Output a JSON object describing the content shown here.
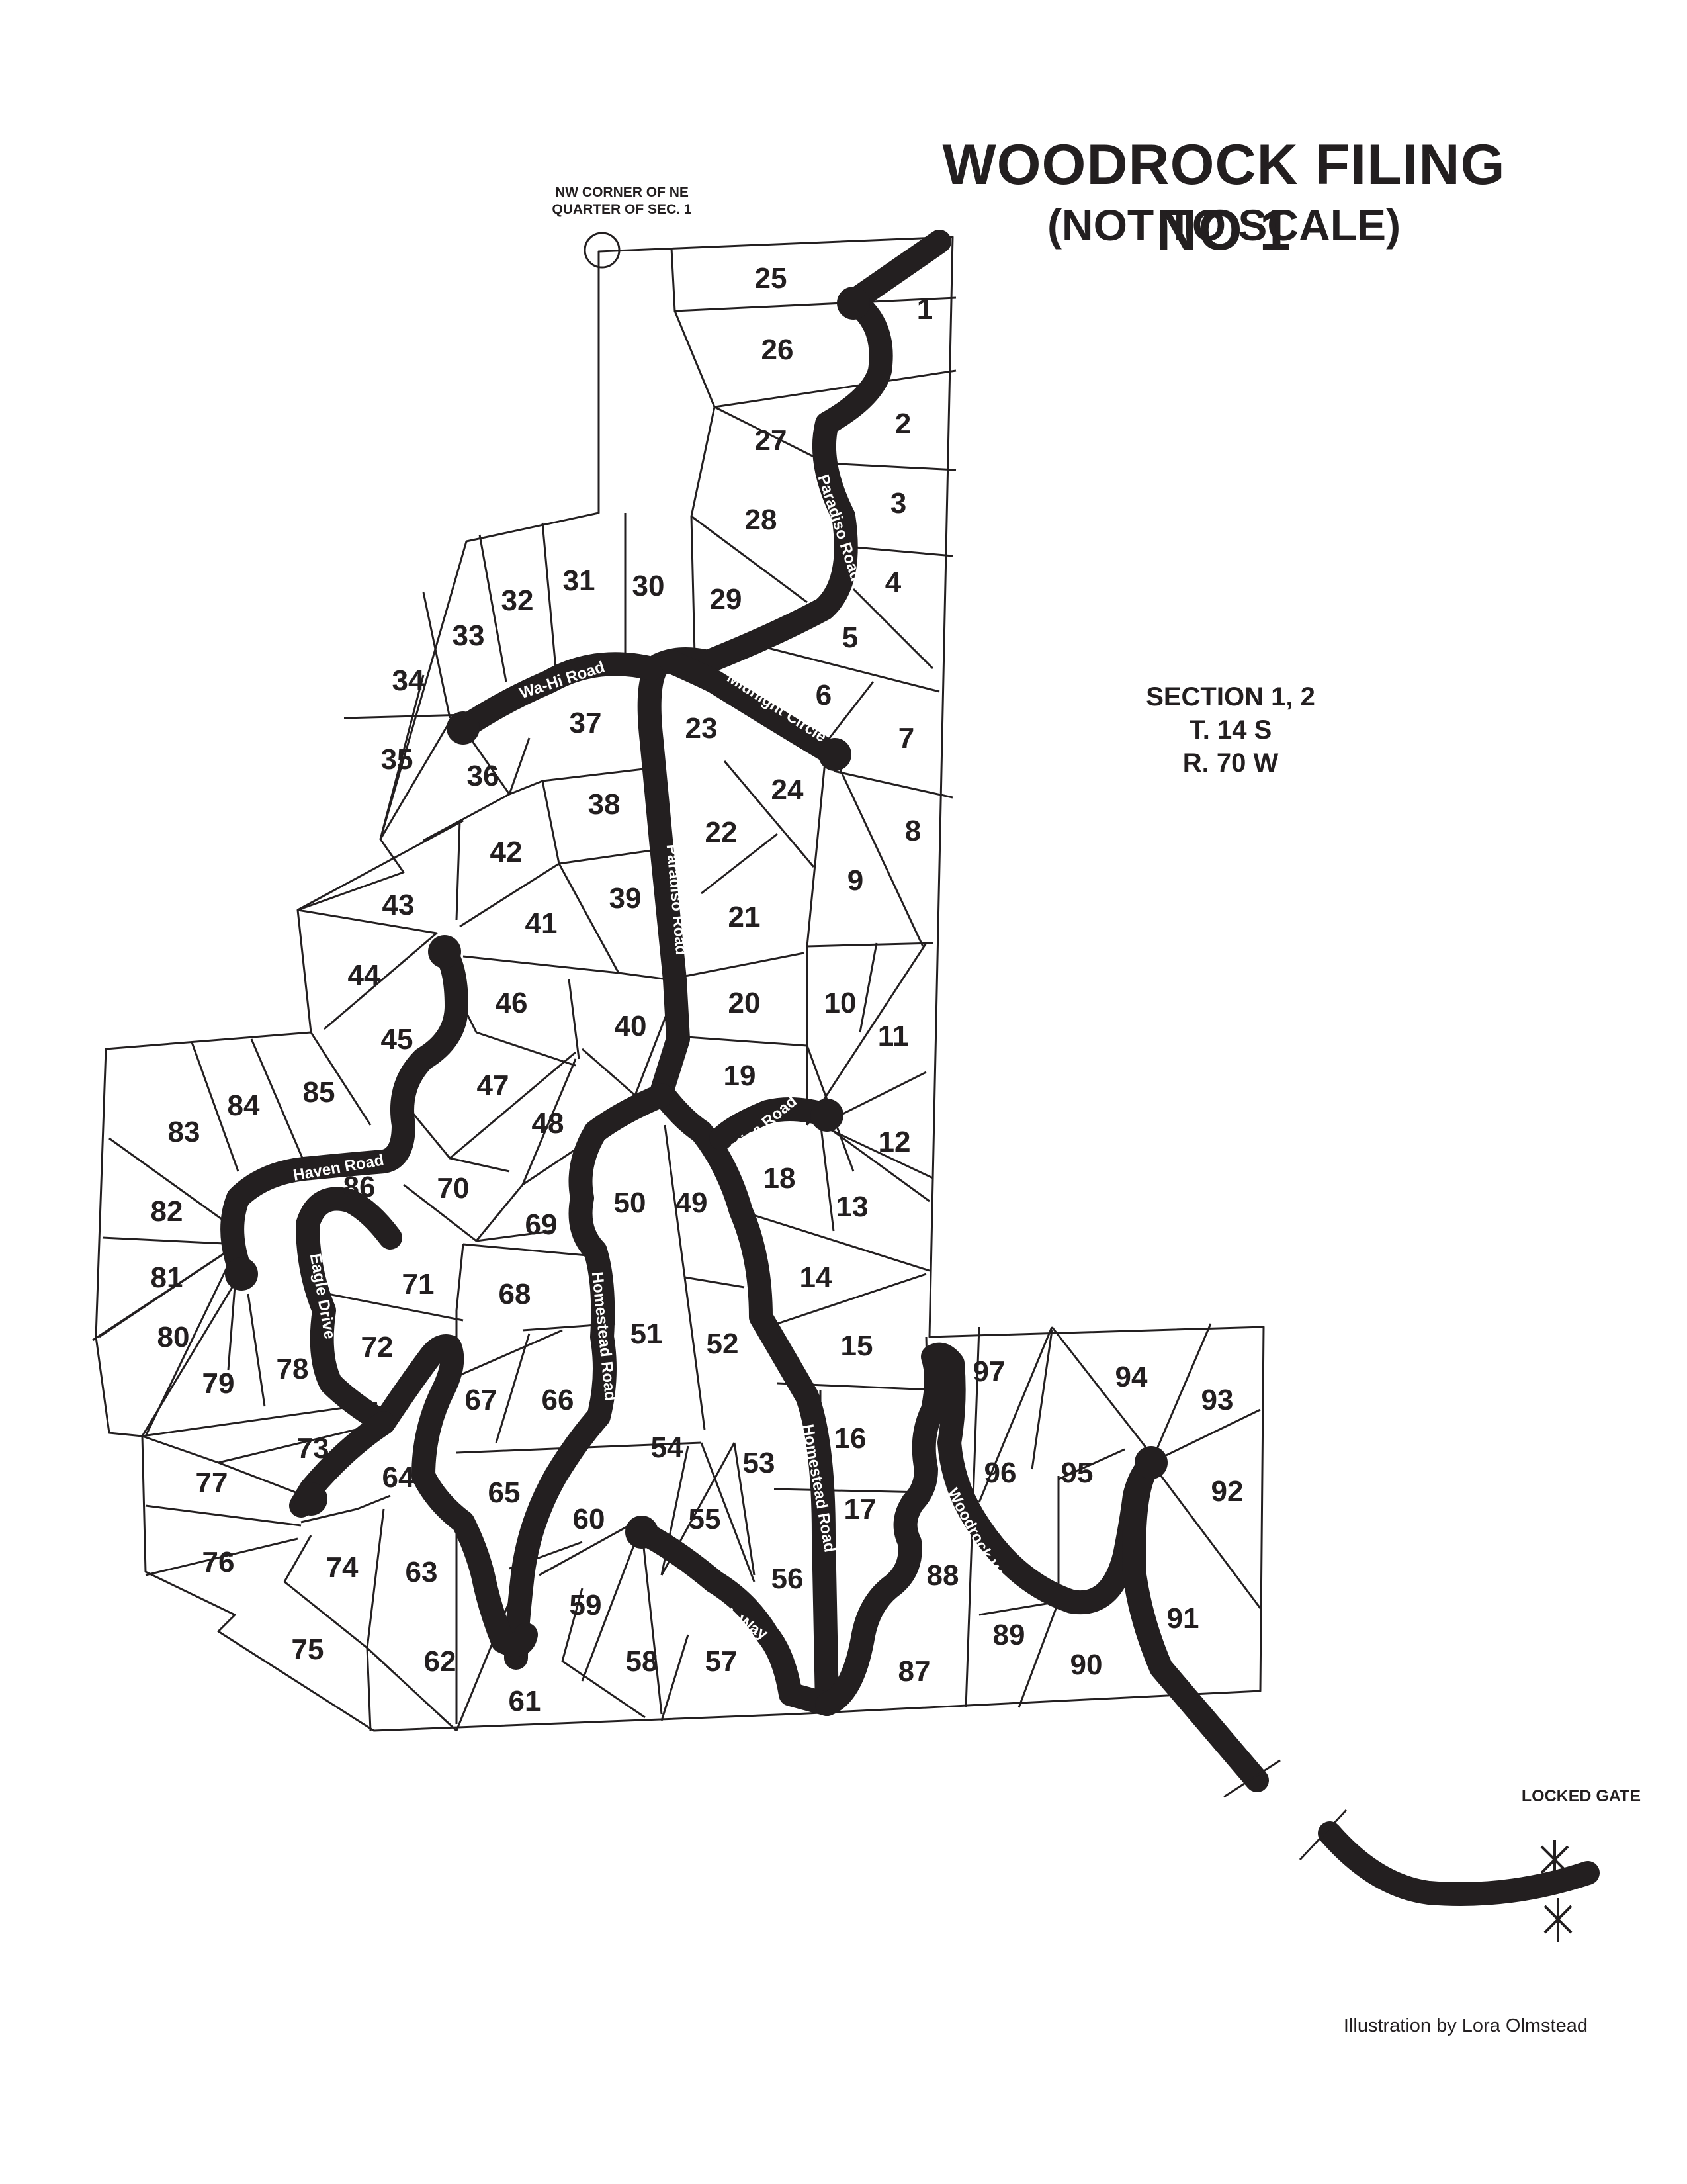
{
  "header": {
    "title": "WOODROCK FILING NO 1",
    "subtitle": "(NOT TO SCALE)"
  },
  "corner_note": {
    "line1": "NW CORNER OF NE",
    "line2": "QUARTER OF SEC. 1"
  },
  "section_block": {
    "line1": "SECTION 1, 2",
    "line2": "T. 14 S",
    "line3": "R. 70 W"
  },
  "gate_label": "LOCKED GATE",
  "credit": "Illustration by Lora Olmstead",
  "roads": {
    "paradiso_upper": "Paradiso Road",
    "paradiso_lower": "Paradiso Road",
    "wahi": "Wa-Hi Road",
    "midnight": "Midnight Circle",
    "mica": "Mica Road",
    "haven": "Haven Road",
    "eagle": "Eagle Drive",
    "homestead_west": "Homestead Road",
    "homestead_east": "Homestead Road",
    "woodrock_south": "Woodrock Way",
    "woodrock_east": "Woodrock Way"
  },
  "lots": [
    "1",
    "2",
    "3",
    "4",
    "5",
    "6",
    "7",
    "8",
    "9",
    "10",
    "11",
    "12",
    "13",
    "14",
    "15",
    "16",
    "17",
    "18",
    "19",
    "20",
    "21",
    "22",
    "23",
    "24",
    "25",
    "26",
    "27",
    "28",
    "29",
    "30",
    "31",
    "32",
    "33",
    "34",
    "35",
    "36",
    "37",
    "38",
    "39",
    "40",
    "41",
    "42",
    "43",
    "44",
    "45",
    "46",
    "47",
    "48",
    "49",
    "50",
    "51",
    "52",
    "53",
    "54",
    "55",
    "56",
    "57",
    "58",
    "59",
    "60",
    "61",
    "62",
    "63",
    "64",
    "65",
    "66",
    "67",
    "68",
    "69",
    "70",
    "71",
    "72",
    "73",
    "74",
    "75",
    "76",
    "77",
    "78",
    "79",
    "80",
    "81",
    "82",
    "83",
    "84",
    "85",
    "86",
    "87",
    "88",
    "89",
    "90",
    "91",
    "92",
    "93",
    "94",
    "95",
    "96",
    "97"
  ]
}
